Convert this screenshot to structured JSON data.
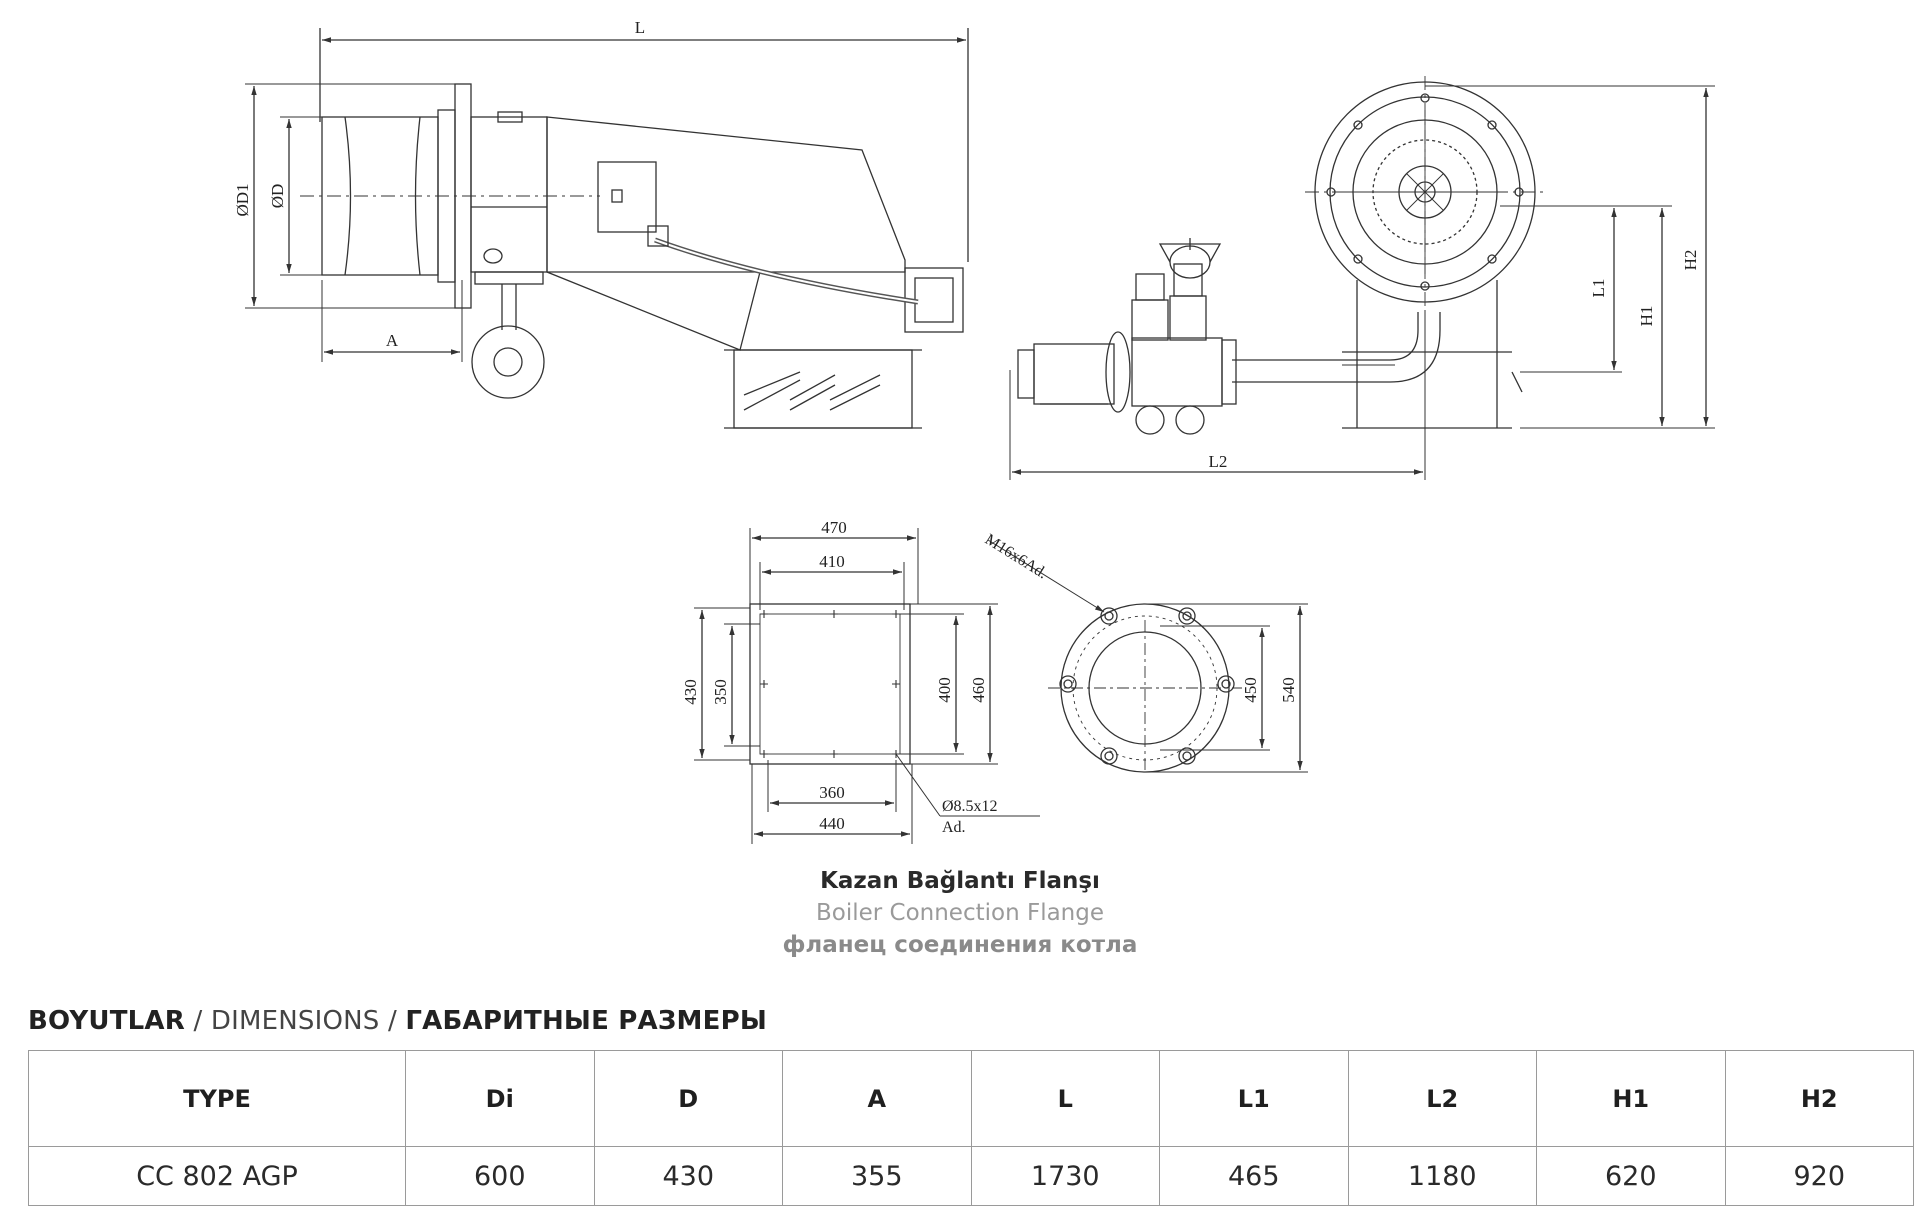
{
  "side_view": {
    "dim_L": "L",
    "dim_D1": "ØD1",
    "dim_D": "ØD",
    "dim_A": "A"
  },
  "front_view": {
    "dim_L1": "L1",
    "dim_H1": "H1",
    "dim_H2": "H2",
    "dim_L2": "L2"
  },
  "flange_square": {
    "d470": "470",
    "d410": "410",
    "d360": "360",
    "d440": "440",
    "d430": "430",
    "d350": "350",
    "d400": "400",
    "d460": "460",
    "hole": "Ø8.5x12",
    "hole_qty": "Ad."
  },
  "flange_round": {
    "bolt": "M16x6Ad.",
    "d450": "450",
    "d540": "540"
  },
  "caption": {
    "tr": "Kazan Bağlantı Flanşı",
    "en": "Boiler Connection Flange",
    "ru": "фланец соединения котла"
  },
  "dimensions": {
    "title_tr": "BOYUTLAR",
    "sep": "/",
    "title_en": "DIMENSIONS",
    "title_ru": "ГАБАРИТНЫЕ РАЗМЕРЫ"
  },
  "table": {
    "headers": [
      "TYPE",
      "Di",
      "D",
      "A",
      "L",
      "L1",
      "L2",
      "H1",
      "H2"
    ],
    "rows": [
      [
        "CC 802 AGP",
        "600",
        "430",
        "355",
        "1730",
        "465",
        "1180",
        "620",
        "920"
      ]
    ]
  }
}
